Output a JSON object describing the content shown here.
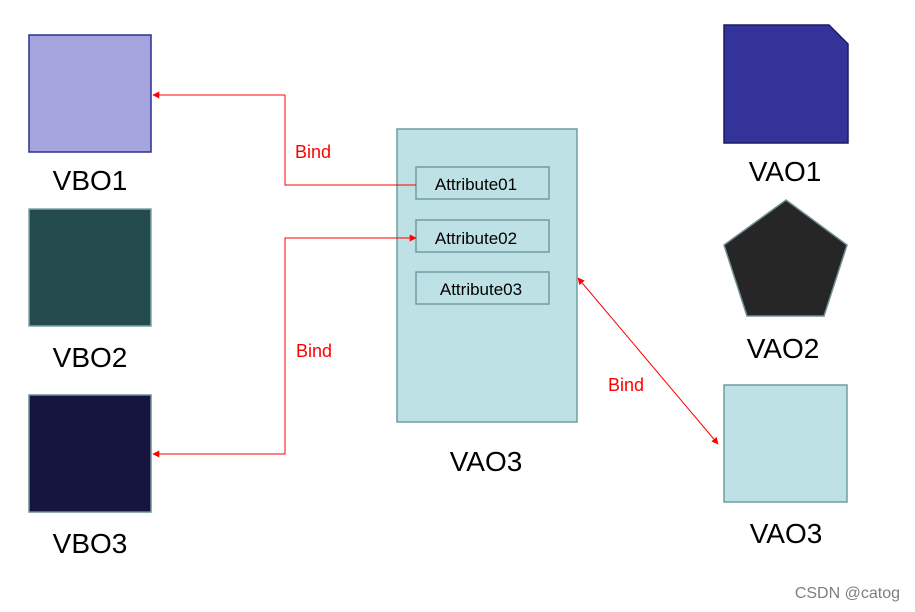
{
  "colors": {
    "vbo1_fill": "#a4a4de",
    "vbo1_stroke": "#2f2f8f",
    "vbo2_fill": "#234b4e",
    "vbo2_stroke": "#7fa3a6",
    "vbo3_fill": "#151540",
    "vbo3_stroke": "#6f8f93",
    "vao1_fill": "#33339a",
    "vao1_stroke": "#1c1c66",
    "vao2_fill": "#262626",
    "vao2_stroke": "#6f8f93",
    "vao3_fill": "#bde1e4",
    "vao3_stroke": "#6f9ea2",
    "attr_stroke": "#6f9ea2",
    "connector": "#ff0000",
    "text": "#000000",
    "watermark": "#7f7f7f"
  },
  "buffers": {
    "vbo1": "VBO1",
    "vbo2": "VBO2",
    "vbo3": "VBO3"
  },
  "vao_container": {
    "label": "VAO3",
    "attributes": [
      "Attribute01",
      "Attribute02",
      "Attribute03"
    ]
  },
  "vertex_arrays": {
    "vao1": "VAO1",
    "vao2": "VAO2",
    "vao3": "VAO3"
  },
  "connectors": {
    "bind_1": "Bind",
    "bind_2": "Bind",
    "bind_3": "Bind"
  },
  "watermark": "CSDN @catog"
}
